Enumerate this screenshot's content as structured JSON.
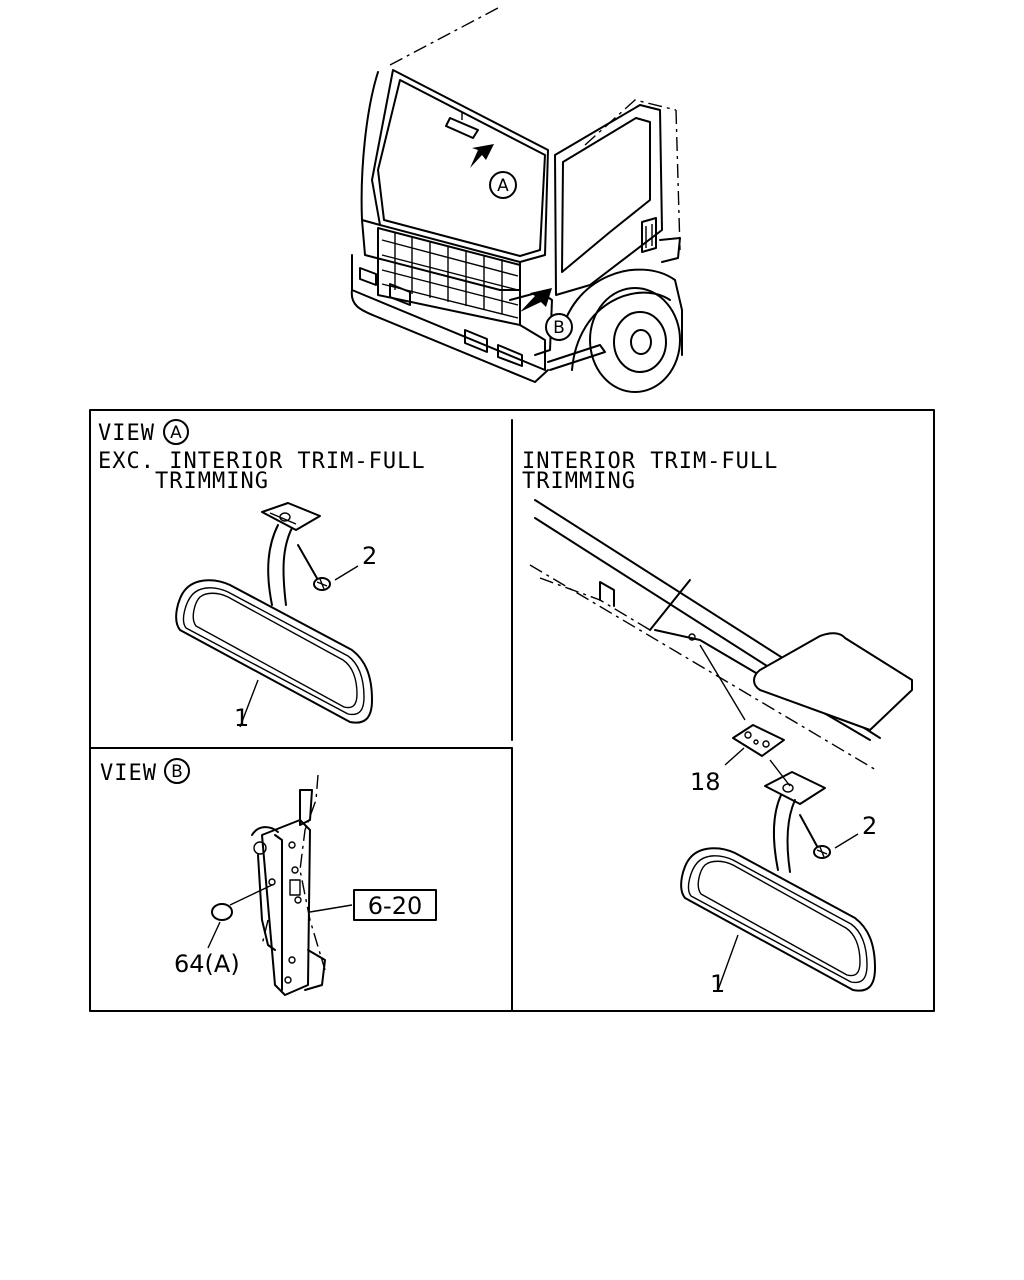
{
  "truck_callouts": {
    "a": "A",
    "b": "B"
  },
  "view_a": {
    "prefix": "VIEW",
    "circle": "A",
    "left_heading_line1": "EXC. INTERIOR TRIM-FULL",
    "left_heading_line2": "TRIMMING",
    "right_heading_line1": "INTERIOR TRIM-FULL",
    "right_heading_line2": "TRIMMING",
    "left_parts": {
      "screw": "2",
      "mirror": "1"
    },
    "right_parts": {
      "bracket": "18",
      "screw": "2",
      "mirror": "1"
    }
  },
  "view_b": {
    "prefix": "VIEW",
    "circle": "B",
    "ref_box": "6-20",
    "part_plug": "64(A)"
  }
}
